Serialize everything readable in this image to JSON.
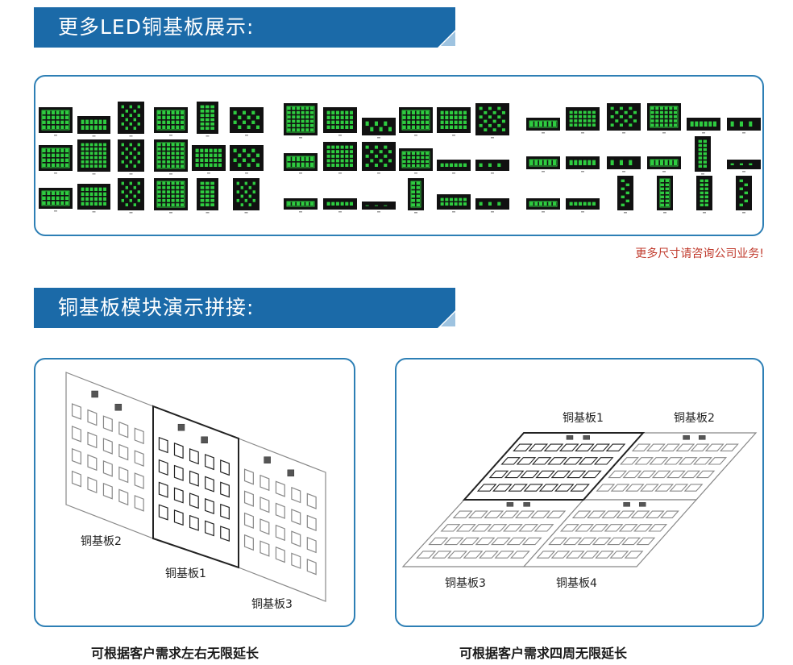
{
  "sections": {
    "gallery": {
      "title": "更多LED铜基板展示:",
      "note": "更多尺寸请咨询公司业务!"
    },
    "splicing": {
      "title": "铜基板模块演示拼接:",
      "left_diagram": {
        "labels": [
          "铜基板2",
          "铜基板1",
          "铜基板3"
        ],
        "caption": "可根据客户需求左右无限延长"
      },
      "right_diagram": {
        "labels": [
          "铜基板1",
          "铜基板2",
          "铜基板3",
          "铜基板4"
        ],
        "caption": "可根据客户需求四周无限延长"
      }
    }
  },
  "colors": {
    "banner": "#1b6aa8",
    "panel_border": "#2d7fb5",
    "note": "#c0392b",
    "board_bg": "#111111",
    "led_green": "#2ecc40"
  }
}
